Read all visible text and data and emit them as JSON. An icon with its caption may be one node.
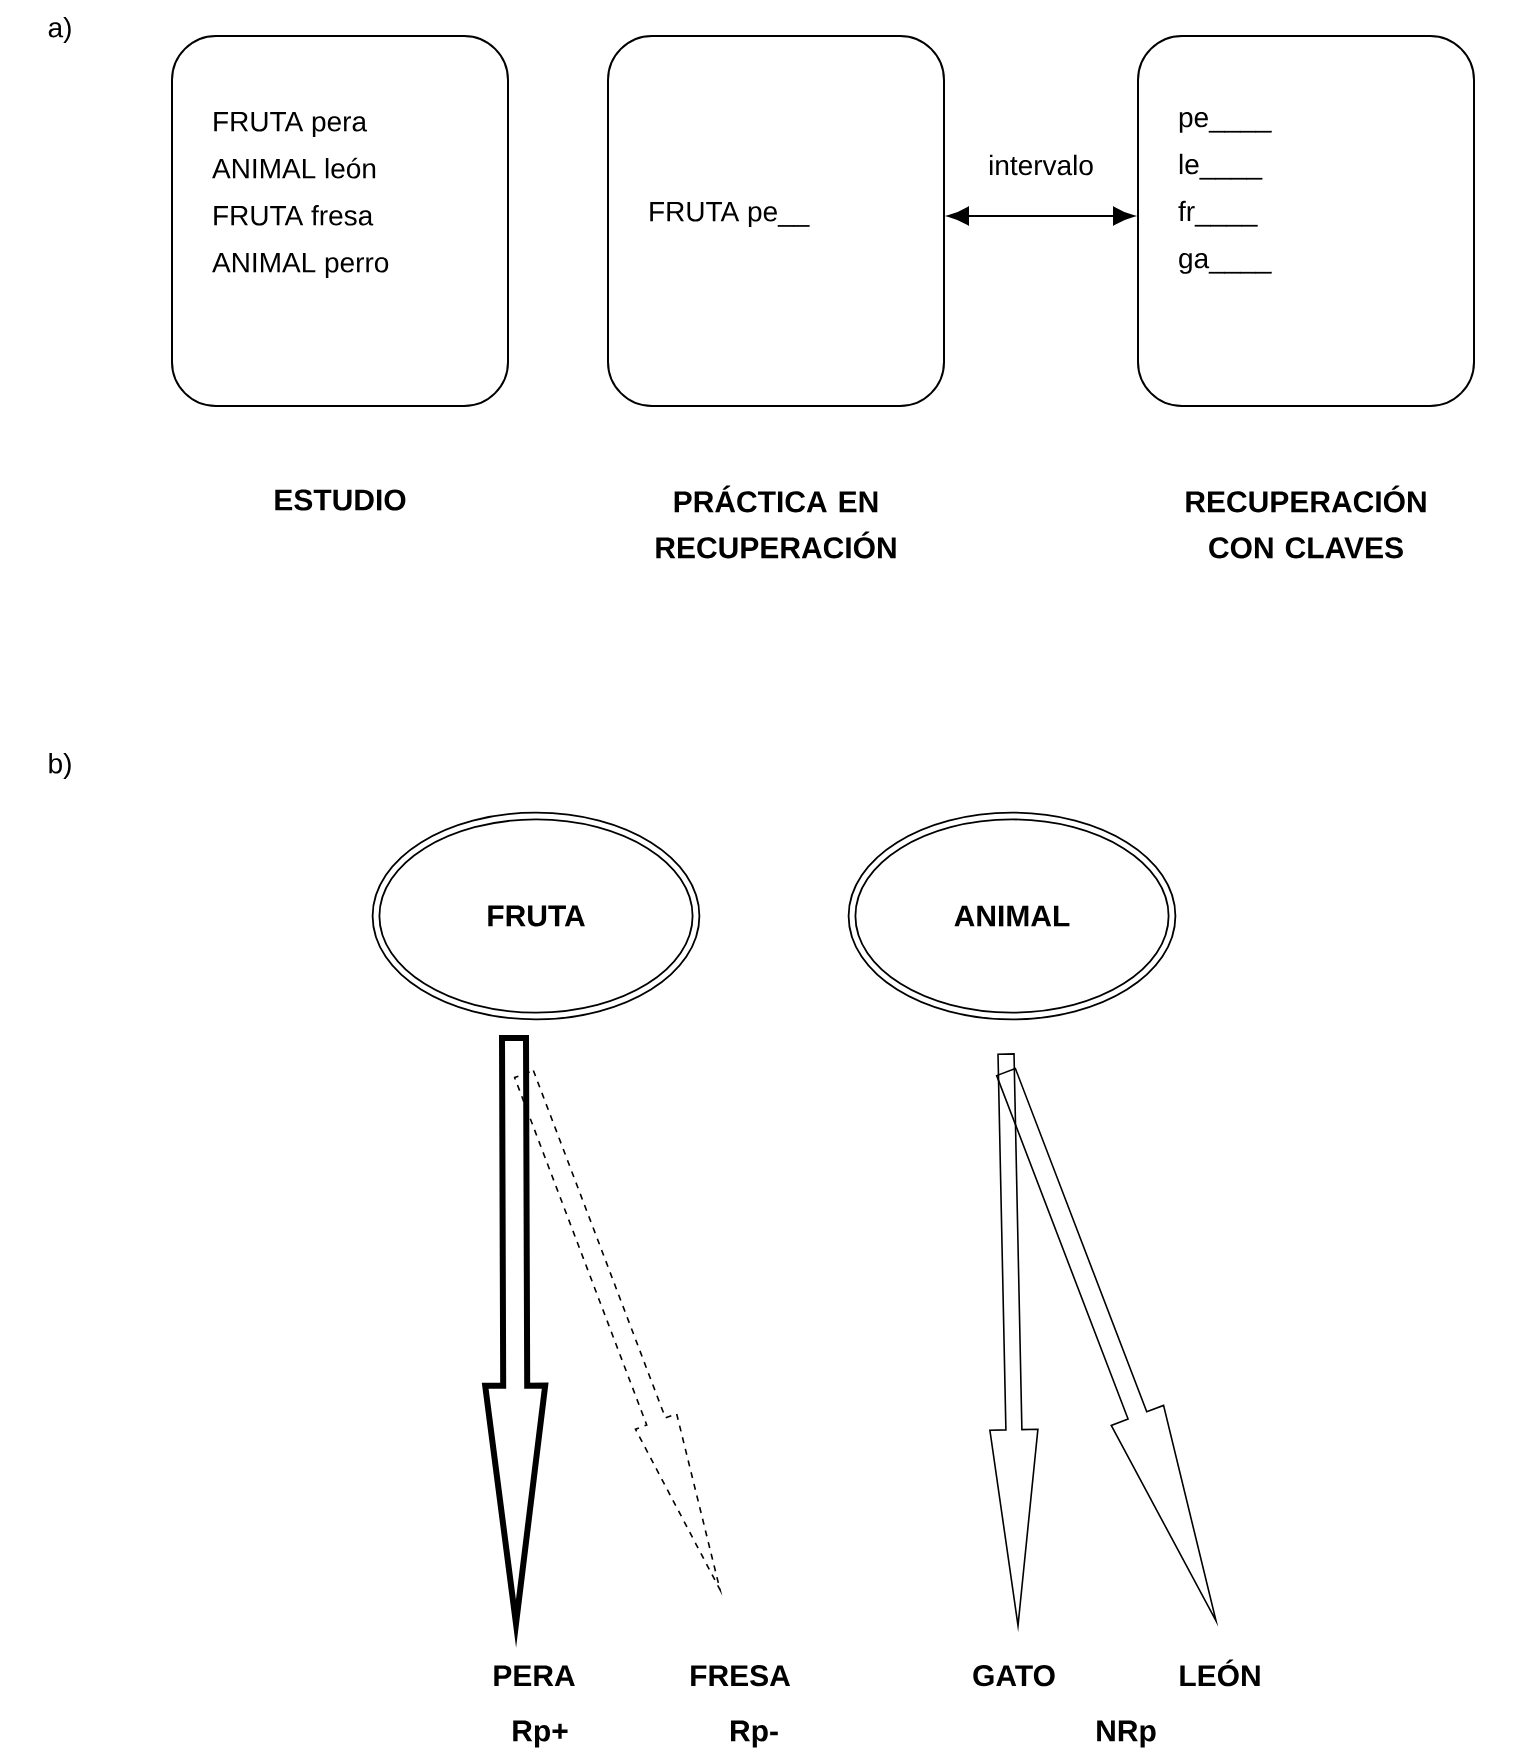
{
  "diagram": {
    "nodes": [
      {
        "text": [
          "FRUTA pera",
          "ANIMAL león",
          "FRUTA fresa",
          "ANIMAL perro"
        ],
        "beside": [
          "ESTUDIO"
        ]
      },
      {
        "text": [
          "FRUTA pe__"
        ],
        "beside": [
          "PRÁCTICA EN RECUPERACIÓN"
        ]
      },
      {
        "text": [
          "pe____",
          "le____",
          "fr____",
          "ga____"
        ],
        "beside": [
          "RECUPERACIÓN CON CLAVES"
        ]
      },
      {
        "text": [
          "FRUTA"
        ]
      },
      {
        "text": [
          "ANIMAL"
        ]
      },
      {
        "text": [
          "PERA"
        ],
        "beside": [
          "Rp+"
        ]
      },
      {
        "text": [
          "FRESA"
        ],
        "beside": [
          "Rp-"
        ]
      },
      {
        "text": [
          "GATO"
        ]
      },
      {
        "text": [
          "LEÓN"
        ]
      }
    ],
    "edges": [
      {
        "from": 1,
        "to": 2,
        "arrow": "both",
        "label": "intervalo"
      },
      {
        "from": 3,
        "to": 5,
        "arrow": "to",
        "style": "thick"
      },
      {
        "from": 3,
        "to": 6,
        "arrow": "to",
        "style": "dashed"
      },
      {
        "from": 4,
        "to": 7,
        "arrow": "to"
      },
      {
        "from": 4,
        "to": 8,
        "arrow": "to"
      }
    ],
    "labels": [
      "a)",
      "b)",
      "NRp"
    ]
  }
}
